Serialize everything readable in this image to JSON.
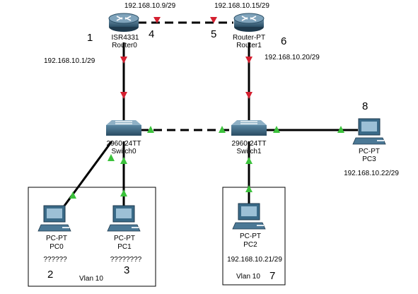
{
  "colors": {
    "link": "#000000",
    "link_up": "#3cc23c",
    "link_down": "#d42030",
    "device": "#1f4e6a",
    "box": "#000000"
  },
  "routers": {
    "r0": {
      "icon": "router-icon",
      "model": "ISR4331",
      "name": "Router0"
    },
    "r1": {
      "icon": "router-icon",
      "model": "Router-PT",
      "name": "Router1"
    }
  },
  "switches": {
    "s0": {
      "icon": "switch-icon",
      "model": "2960-24TT",
      "name": "Switch0"
    },
    "s1": {
      "icon": "switch-icon",
      "model": "2960-24TT",
      "name": "Switch1"
    }
  },
  "pcs": {
    "pc0": {
      "icon": "pc-icon",
      "model": "PC-PT",
      "name": "PC0",
      "ip": "??????"
    },
    "pc1": {
      "icon": "pc-icon",
      "model": "PC-PT",
      "name": "PC1",
      "ip": "????????"
    },
    "pc2": {
      "icon": "pc-icon",
      "model": "PC-PT",
      "name": "PC2",
      "ip": "192.168.10.21/29"
    },
    "pc3": {
      "icon": "pc-icon",
      "model": "PC-PT",
      "name": "PC3",
      "ip": "192.168.10.22/29"
    }
  },
  "ip_labels": {
    "r0_link": "192.168.10.9/29",
    "r1_link": "192.168.10.15/29",
    "r0_lan": "192.168.10.1/29",
    "r1_lan": "192.168.10.20/29"
  },
  "vlans": {
    "left": "Vlan 10",
    "right": "Vlan 10"
  },
  "markers": {
    "m1": "1",
    "m2": "2",
    "m3": "3",
    "m4": "4",
    "m5": "5",
    "m6": "6",
    "m7": "7",
    "m8": "8"
  }
}
